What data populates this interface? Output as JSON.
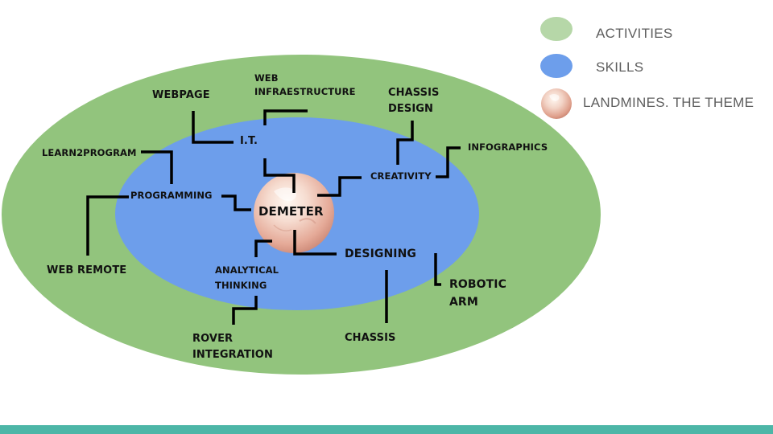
{
  "colors": {
    "activities": "#92c47d",
    "skills": "#6d9eeb",
    "theme": "#e8b8a8",
    "connector": "#000000",
    "footer": "#4db6a7"
  },
  "legend": [
    {
      "label": "ACTIVITIES",
      "swatch": "light-green-circle"
    },
    {
      "label": "SKILLS",
      "swatch": "blue-circle"
    },
    {
      "label": "LANDMINES. THE THEME",
      "swatch": "landmine-sphere-icon"
    }
  ],
  "center": {
    "label": "DEMETER",
    "icon": "landmine-sphere-icon"
  },
  "skills": {
    "it": "I.T.",
    "creativity": "CREATIVITY",
    "programming": "PROGRAMMING",
    "designing": "DESIGNING",
    "analytical": [
      "ANALYTICAL",
      "THINKING"
    ]
  },
  "activities": {
    "webpage": "WEBPAGE",
    "web_infrastructure": [
      "WEB",
      "INFRAESTRUCTURE"
    ],
    "chassis_design": [
      "CHASSIS",
      "DESIGN"
    ],
    "infographics": "INFOGRAPHICS",
    "learn2program": "LEARN2PROGRAM",
    "web_remote": "WEB REMOTE",
    "robotic_arm": [
      "ROBOTIC",
      "ARM"
    ],
    "chassis": "CHASSIS",
    "rover_integration": [
      "ROVER",
      "INTEGRATION"
    ]
  }
}
